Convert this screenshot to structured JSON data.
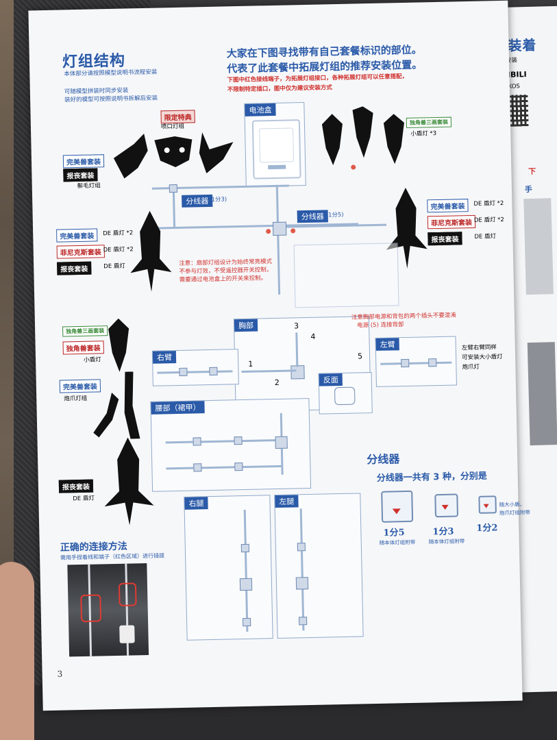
{
  "left_page": {
    "title": "灯组结构",
    "intro_1": "本体部分请按照模型说明书流程安装",
    "intro_2": "可随模型拼装时同步安装",
    "intro_3": "装好的模型可按照说明书拆解后安装",
    "headline_1": "大家在下图寻找带有自己套餐标识的部位。",
    "headline_2": "代表了此套餐中拓展灯组的推荐安装位置。",
    "note_red_1": "下图中红色接线端子，为拓展灯组接口，各种拓展灯组可以任意搭配，",
    "note_red_2": "不限制特定插口，图中仅为建议安装方式",
    "battery_box": "电池盒",
    "splitter_1": "分线器",
    "splitter_1_sub": "(1分3)",
    "splitter_2": "分线器",
    "splitter_2_sub": "(1分5)",
    "limited_label": "限定特典",
    "nozzle_light": "喷口灯组",
    "tag_perfect": "完美兽套装",
    "tag_mourning": "报丧套装",
    "mane_light": "鬃毛灯组",
    "tag_unicorn_three": "独角兽三画套装",
    "small_shield_x3": "小盾灯 *3",
    "tag_phenex": "菲尼克斯套装",
    "de_shield_x2": "DE 盾灯 *2",
    "de_shield": "DE 盾灯",
    "warning_1": "注意：扇部灯组设计为始终常亮模式",
    "warning_2": "不参与灯效，不受遥控器开关控制，",
    "warning_3": "需要通过电池盒上的开关来控制。",
    "chest": "胸部",
    "chest_note_1": "注意胸部电源和背包的两个插头不要混淆",
    "chest_note_2": "电源 (5) 连接背部",
    "right_arm": "右臂",
    "left_arm": "左臂",
    "arm_note_1": "左臂右臂同样",
    "arm_note_2": "可安装大小盾灯",
    "arm_note_3": "炮爪灯",
    "back_side": "反面",
    "tag_unicorn": "独角兽套装",
    "small_shield": "小盾灯",
    "cannon_claw": "炮爪灯组",
    "waist": "腰部（裙甲）",
    "right_leg": "右腿",
    "left_leg": "左腿",
    "splitter_title": "分线器",
    "splitter_desc": "分线器一共有 3 种，分别是",
    "split_1_5": "1分5",
    "split_1_3": "1分3",
    "split_1_2": "1分2",
    "split_note_1": "随本体灯组附带",
    "split_note_2": "随本体灯组附带",
    "split_note_3a": "随大小盾、",
    "split_note_3b": "炮爪灯组附带",
    "correct_title": "正确的连接方法",
    "correct_desc": "需用手捏着线和端子（红色区域）进行插拔",
    "page_number": "3",
    "num_1": "1",
    "num_2": "2",
    "num_3": "3",
    "num_4": "4",
    "num_5": "5"
  },
  "right_page": {
    "title": "安装着",
    "line_1": "灯组安装",
    "line_2": "BILIBILI",
    "line_3": "搜索 KOS",
    "red_text": "下",
    "sub_title": "手"
  },
  "colors": {
    "blue": "#2a5aa8",
    "red": "#d0312d",
    "black": "#111111",
    "green": "#3a8a3a"
  }
}
